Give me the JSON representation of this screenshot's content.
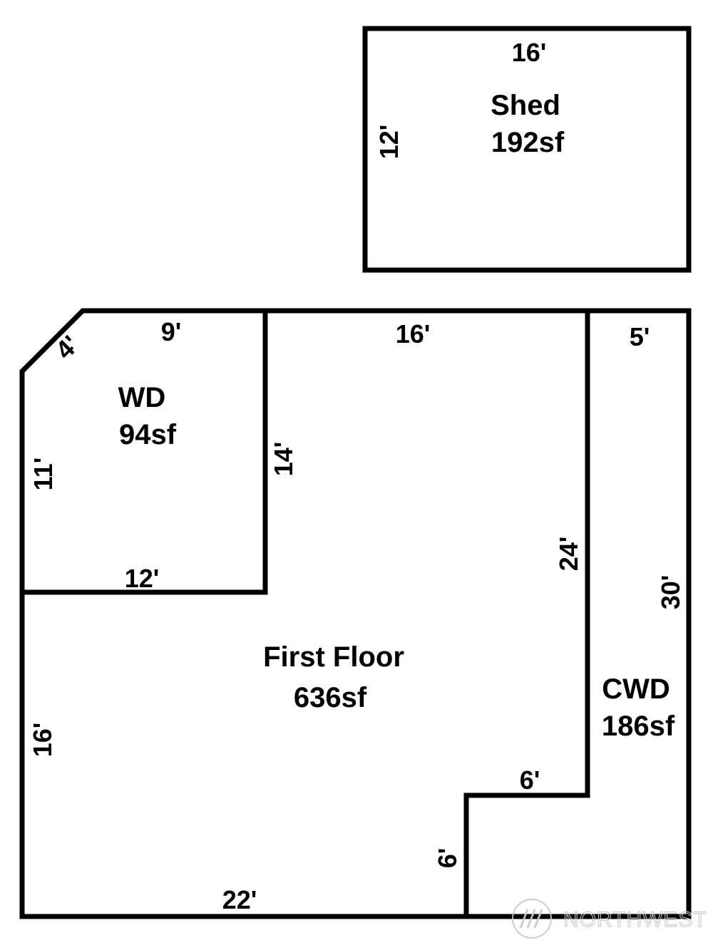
{
  "rooms": {
    "shed": {
      "name": "Shed",
      "area": "192sf"
    },
    "wd": {
      "name": "WD",
      "area": "94sf"
    },
    "first_floor": {
      "name": "First Floor",
      "area": "636sf"
    },
    "cwd": {
      "name": "CWD",
      "area": "186sf"
    }
  },
  "dimensions": {
    "shed_top": "16'",
    "shed_left": "12'",
    "wd_top": "9'",
    "wd_corner": "4'",
    "wd_left": "11'",
    "wd_right": "14'",
    "wd_bottom": "12'",
    "ff_top": "16'",
    "ff_left": "16'",
    "ff_bottom": "22'",
    "ff_right": "24'",
    "ff_step_top": "6'",
    "ff_step_side": "6'",
    "cwd_top": "5'",
    "cwd_right": "30'"
  },
  "watermark": {
    "text": "NORTHWEST",
    "icon": "nwmls-logo-icon"
  }
}
